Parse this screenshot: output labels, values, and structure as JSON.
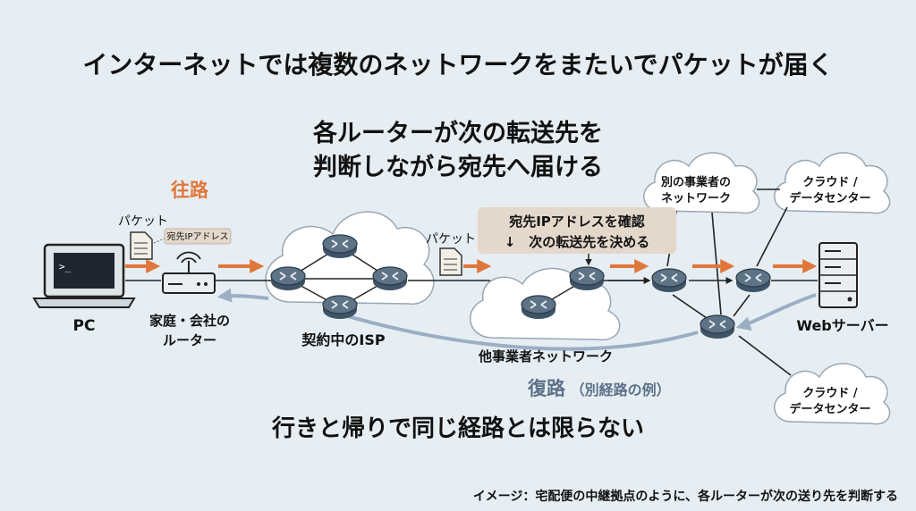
{
  "title": "インターネットでは複数のネットワークをまたいでパケットが届く",
  "subtitle_lines": [
    "各ルーターが次の転送先を",
    "判断しながら宛先へ届ける"
  ],
  "outbound_label": "往路",
  "return_label_main": "復路",
  "return_label_sub": "（別経路の例）",
  "bottom_message": "行きと帰りで同じ経路とは限らない",
  "footer_note": "イメージ：宅配便の中継拠点のように、各ルーターが次の送り先を判断する",
  "packet_label_left": "パケット",
  "packet_tag": "宛先IPアドレス",
  "packet_label_mid": "パケット",
  "callout_lines": [
    "宛先IPアドレスを確認",
    "↓　次の転送先を決める"
  ],
  "nodes": {
    "pc": "PC",
    "home_router": [
      "家庭・会社の",
      "ルーター"
    ],
    "isp": "契約中のISP",
    "other_network": "他事業者ネットワーク",
    "another_operator": [
      "別の事業者の",
      "ネットワーク"
    ],
    "cloud_top": [
      "クラウド /",
      "データセンター"
    ],
    "cloud_bottom": [
      "クラウド /",
      "データセンター"
    ],
    "web_server": "Webサーバー"
  },
  "colors": {
    "outbound": "#e0773a",
    "return": "#9aaec4",
    "return_text": "#5d7088",
    "accent_text": "#e0773a",
    "router": "#5e7486",
    "cloud": "#ffffff",
    "background": "#e6eef3"
  },
  "icons": [
    "laptop-icon",
    "home-router-icon",
    "router-icon",
    "packet-doc-icon",
    "server-icon",
    "cloud-icon"
  ]
}
